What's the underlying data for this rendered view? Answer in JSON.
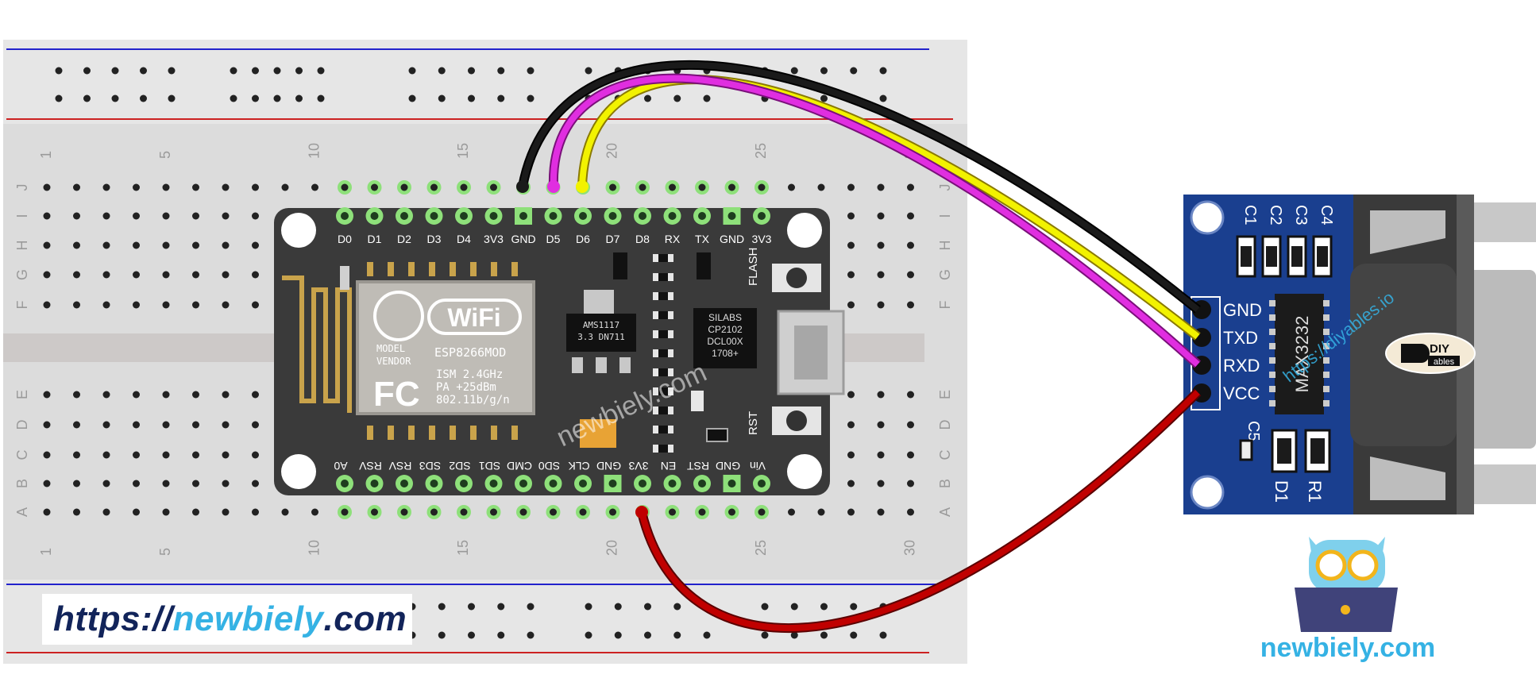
{
  "breadboard": {
    "column_numbers": [
      "1",
      "5",
      "10",
      "15",
      "20",
      "25",
      "30"
    ],
    "row_letters_top": [
      "J",
      "I",
      "H",
      "G",
      "F"
    ],
    "row_letters_bottom": [
      "E",
      "D",
      "C",
      "B",
      "A"
    ]
  },
  "nodemcu": {
    "top_pins": [
      "D0",
      "D1",
      "D2",
      "D3",
      "D4",
      "3V3",
      "GND",
      "D5",
      "D6",
      "D7",
      "D8",
      "RX",
      "TX",
      "GND",
      "3V3"
    ],
    "bottom_pins": [
      "A0",
      "RSV",
      "RSV",
      "SD3",
      "SD2",
      "SD1",
      "CMD",
      "SD0",
      "CLK",
      "GND",
      "3V3",
      "EN",
      "RST",
      "GND",
      "Vin"
    ],
    "module": {
      "wifi": "WiFi",
      "model": "MODEL",
      "vendor": "VENDOR",
      "model_name": "ESP8266MOD",
      "fc": "FC",
      "spec_ism": "ISM 2.4GHz",
      "spec_pa": "PA  +25dBm",
      "spec_std": "802.11b/g/n"
    },
    "regulator": [
      "AMS1117",
      "3.3  DN711"
    ],
    "usb_chip": [
      "SILABS",
      "CP2102",
      "DCL00X",
      "1708+"
    ],
    "flash_label": "FLASH",
    "rst_label": "RST",
    "watermark": "newbiely.com"
  },
  "rs232_module": {
    "caps": [
      "C1",
      "C2",
      "C3",
      "C4"
    ],
    "pins": [
      "GND",
      "TXD",
      "RXD",
      "VCC"
    ],
    "chip": "MAX3232",
    "c5": "C5",
    "d1": "D1",
    "r1": "R1",
    "watermark": "https://diyables.io",
    "logo_diy": "DIY",
    "logo_ables": "ables"
  },
  "footer": {
    "url_prefix": "https://",
    "url_brand": "newbiely",
    "url_suffix": ".com",
    "brand": "newbiely.com"
  },
  "colors": {
    "board_blue": "#1a3f8f",
    "esp_body": "#3a3a3a",
    "pin_green": "#7ddb6a",
    "wire_black": "#1a1a1a",
    "wire_magenta": "#e02ee0",
    "wire_yellow": "#f2f200",
    "wire_red": "#c00000",
    "brand_cyan": "#35b2e4",
    "brand_navy": "#12245a"
  }
}
